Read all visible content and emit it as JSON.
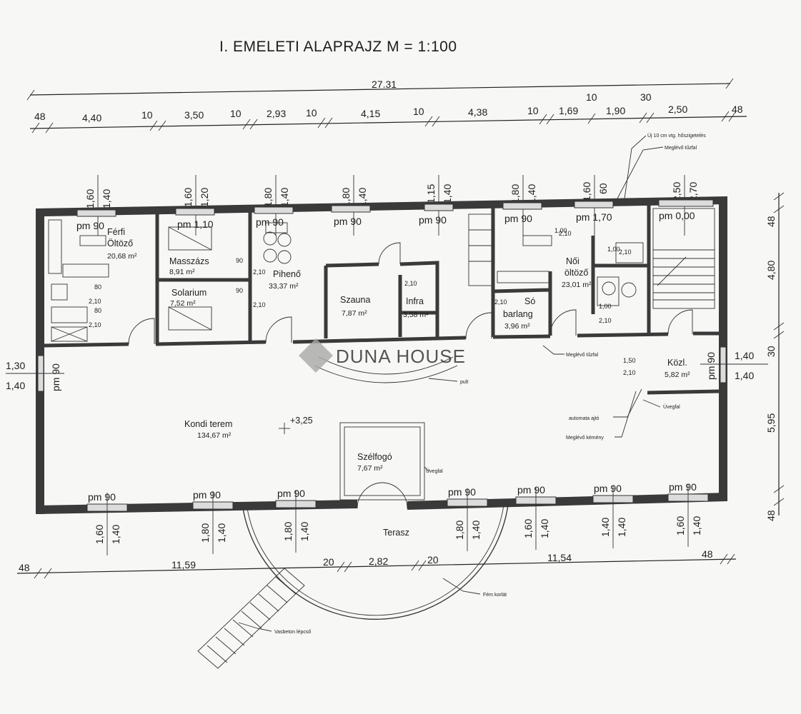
{
  "title": "I. EMELETI  ALAPRAJZ   M = 1:100",
  "watermark": "DUNA HOUSE",
  "dimensions": {
    "overall_top": "27.31",
    "top_chain": [
      "48",
      "4,40",
      "10",
      "3,50",
      "10",
      "2,93",
      "10",
      "4,15",
      "10",
      "4,38",
      "10",
      "1,69",
      "1,90",
      "2,50",
      "48"
    ],
    "top_small": [
      "10",
      "30"
    ],
    "bottom_chain": [
      "48",
      "11,59",
      "20",
      "2,82",
      "20",
      "11,54",
      "48"
    ],
    "right_chain": [
      "48",
      "4,80",
      "30",
      "5,95",
      "48"
    ],
    "left_side": [
      "1,30",
      "1,40"
    ],
    "right_side": [
      "1,40",
      "1,40"
    ]
  },
  "windows_top": [
    {
      "h1": "1,60",
      "h2": "1,40",
      "pm": "pm 90"
    },
    {
      "h1": "1,60",
      "h2": "1,20",
      "pm": "pm 1,10"
    },
    {
      "h1": "1,80",
      "h2": "1,40",
      "pm": "pm 90"
    },
    {
      "h1": "1,80",
      "h2": "1,40",
      "pm": "pm 90"
    },
    {
      "h1": "1,15",
      "h2": "1,40",
      "pm": "pm 90"
    },
    {
      "h1": "1,80",
      "h2": "1,40",
      "pm": "pm 90"
    },
    {
      "h1": "1,60",
      "h2": "60",
      "pm": "pm 1,70"
    },
    {
      "h1": "2,50",
      "h2": "2,70",
      "pm": "pm 0,00"
    }
  ],
  "windows_bottom": [
    {
      "h1": "1,60",
      "h2": "1,40",
      "pm": "pm 90"
    },
    {
      "h1": "1,80",
      "h2": "1,40",
      "pm": "pm 90"
    },
    {
      "h1": "1,80",
      "h2": "1,40",
      "pm": "pm 90"
    },
    {
      "h1": "1,80",
      "h2": "1,40",
      "pm": "pm 90"
    },
    {
      "h1": "1,60",
      "h2": "1,40",
      "pm": "pm 90"
    },
    {
      "h1": "1,40",
      "h2": "1,40",
      "pm": "pm 90"
    },
    {
      "h1": "1,60",
      "h2": "1,40",
      "pm": "pm 90"
    }
  ],
  "side_pm": [
    "pm 90",
    "pm 90"
  ],
  "rooms": {
    "ferfi": {
      "name1": "Férfi",
      "name2": "Öltöző",
      "area": "20,68 m²"
    },
    "masszazs": {
      "name": "Masszázs",
      "area": "8,91 m²"
    },
    "solarium": {
      "name": "Solarium",
      "area": "7,52 m²"
    },
    "piheno": {
      "name": "Pihenő",
      "area": "33,37 m²"
    },
    "szauna": {
      "name": "Szauna",
      "area": "7,87 m²"
    },
    "infra": {
      "name": "Infra",
      "area": "3,58 m²"
    },
    "so": {
      "name1": "Só",
      "name2": "barlang",
      "area": "3,96 m²"
    },
    "noi": {
      "name1": "Női",
      "name2": "öltöző",
      "area": "23,01 m²"
    },
    "kozl": {
      "name": "Közl.",
      "area": "5,82 m²"
    },
    "kondi": {
      "name": "Kondi terem",
      "area": "134,67 m²",
      "level": "+3,25"
    },
    "szelfogo": {
      "name": "Szélfogó",
      "area": "7,67 m²"
    },
    "terasz": {
      "name": "Terasz"
    }
  },
  "door_labels": [
    "90",
    "2,10",
    "90",
    "2,10",
    "2,10",
    "2,10",
    "1,50",
    "2,10",
    "1,00",
    "2,10",
    "80",
    "2,10",
    "80",
    "2,10",
    "1,00",
    "2,10",
    "1,00",
    "2,10"
  ],
  "notes": {
    "top_right1": "Új 10 cm vtg. hőszigetelés",
    "top_right2": "Meglévő tűzfal",
    "meglevo_tuzfal": "Meglévő tűzfal",
    "pult": "pult",
    "automata": "automata ajtó",
    "kemeny": "Meglévő kémény",
    "uvegfal1": "Üvegfal",
    "uvegfal2": "Üvegfal",
    "fem_korlat": "Fém korlát",
    "vasbeton": "Vasbeton lépcső"
  }
}
